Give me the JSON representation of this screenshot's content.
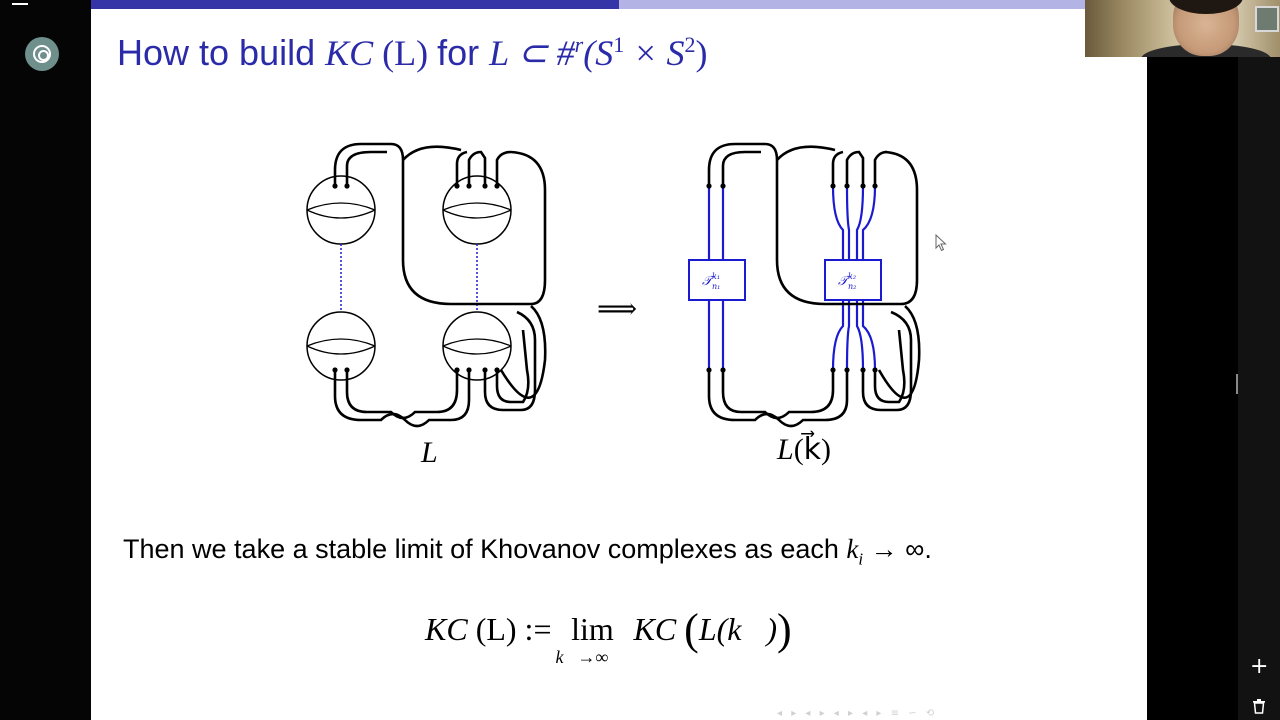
{
  "slide": {
    "title_prefix": "How to build ",
    "title_KC": "KC",
    "title_paren_L": " (L) ",
    "title_for": "for ",
    "title_rest_1": "L ⊂ #",
    "title_sup_r": "r",
    "title_rest_2": "(S",
    "title_sup_1": "1",
    "title_times": " × S",
    "title_sup_2": "2",
    "title_close": ")",
    "diagram_left_label": "L",
    "diagram_right_label_L": "L",
    "diagram_right_label_k": "(k⃗)",
    "implies_symbol": "⟹",
    "box1_label": "𝒯",
    "box1_sub": "n₁",
    "box1_sup": "k₁",
    "box2_label": "𝒯",
    "box2_sub": "n₂",
    "box2_sup": "k₂",
    "sentence_text": "Then we take a stable limit of Khovanov complexes as each ",
    "sentence_k": "k",
    "sentence_sub": "i",
    "sentence_arrow": " → ∞.",
    "formula_lhs": "KC",
    "formula_lhs_arg": " (L) := ",
    "formula_lim": "lim",
    "formula_lim_sub": "k⃗→∞⃗",
    "formula_rhs": " KC ",
    "formula_rhs_arg": "L(k⃗)",
    "nav_symbols": "◂ ▸ ◂ ▸ ◂ ▸ ◂ ▸ ≡ ∽ ⟲"
  },
  "colors": {
    "accent_blue": "#2b2baa",
    "progress_fill": "#3535a8",
    "progress_track": "#b3b3e6",
    "diagram_blue": "#1a1ad0"
  },
  "progress": {
    "fraction": 0.5
  },
  "icons": [
    "menu-icon",
    "app-icon",
    "plus-icon",
    "trash-icon",
    "cursor-icon"
  ]
}
